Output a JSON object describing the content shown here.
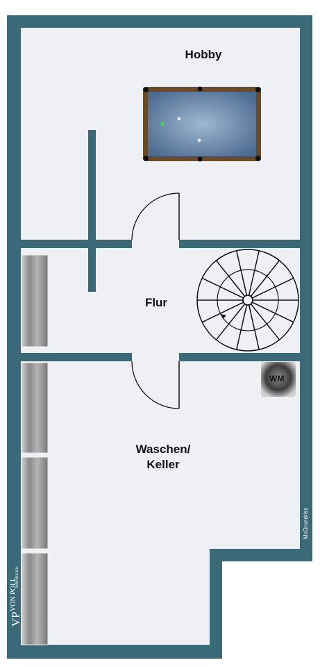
{
  "rooms": {
    "hobby": "Hobby",
    "flur": "Flur",
    "waschen_line1": "Waschen/",
    "waschen_line2": "Keller"
  },
  "appliance": {
    "washer": "WM"
  },
  "credit": "McGrundriss",
  "brand": {
    "mark": "VP",
    "name": "VON POLL",
    "sub": "IMMOBILIEN"
  },
  "colors": {
    "wall": "#3a6978",
    "floor": "#eef0f4",
    "table_cloth": "#6a8cb0",
    "table_frame": "#6b4a2a",
    "radiator": "#9a9a9a"
  }
}
